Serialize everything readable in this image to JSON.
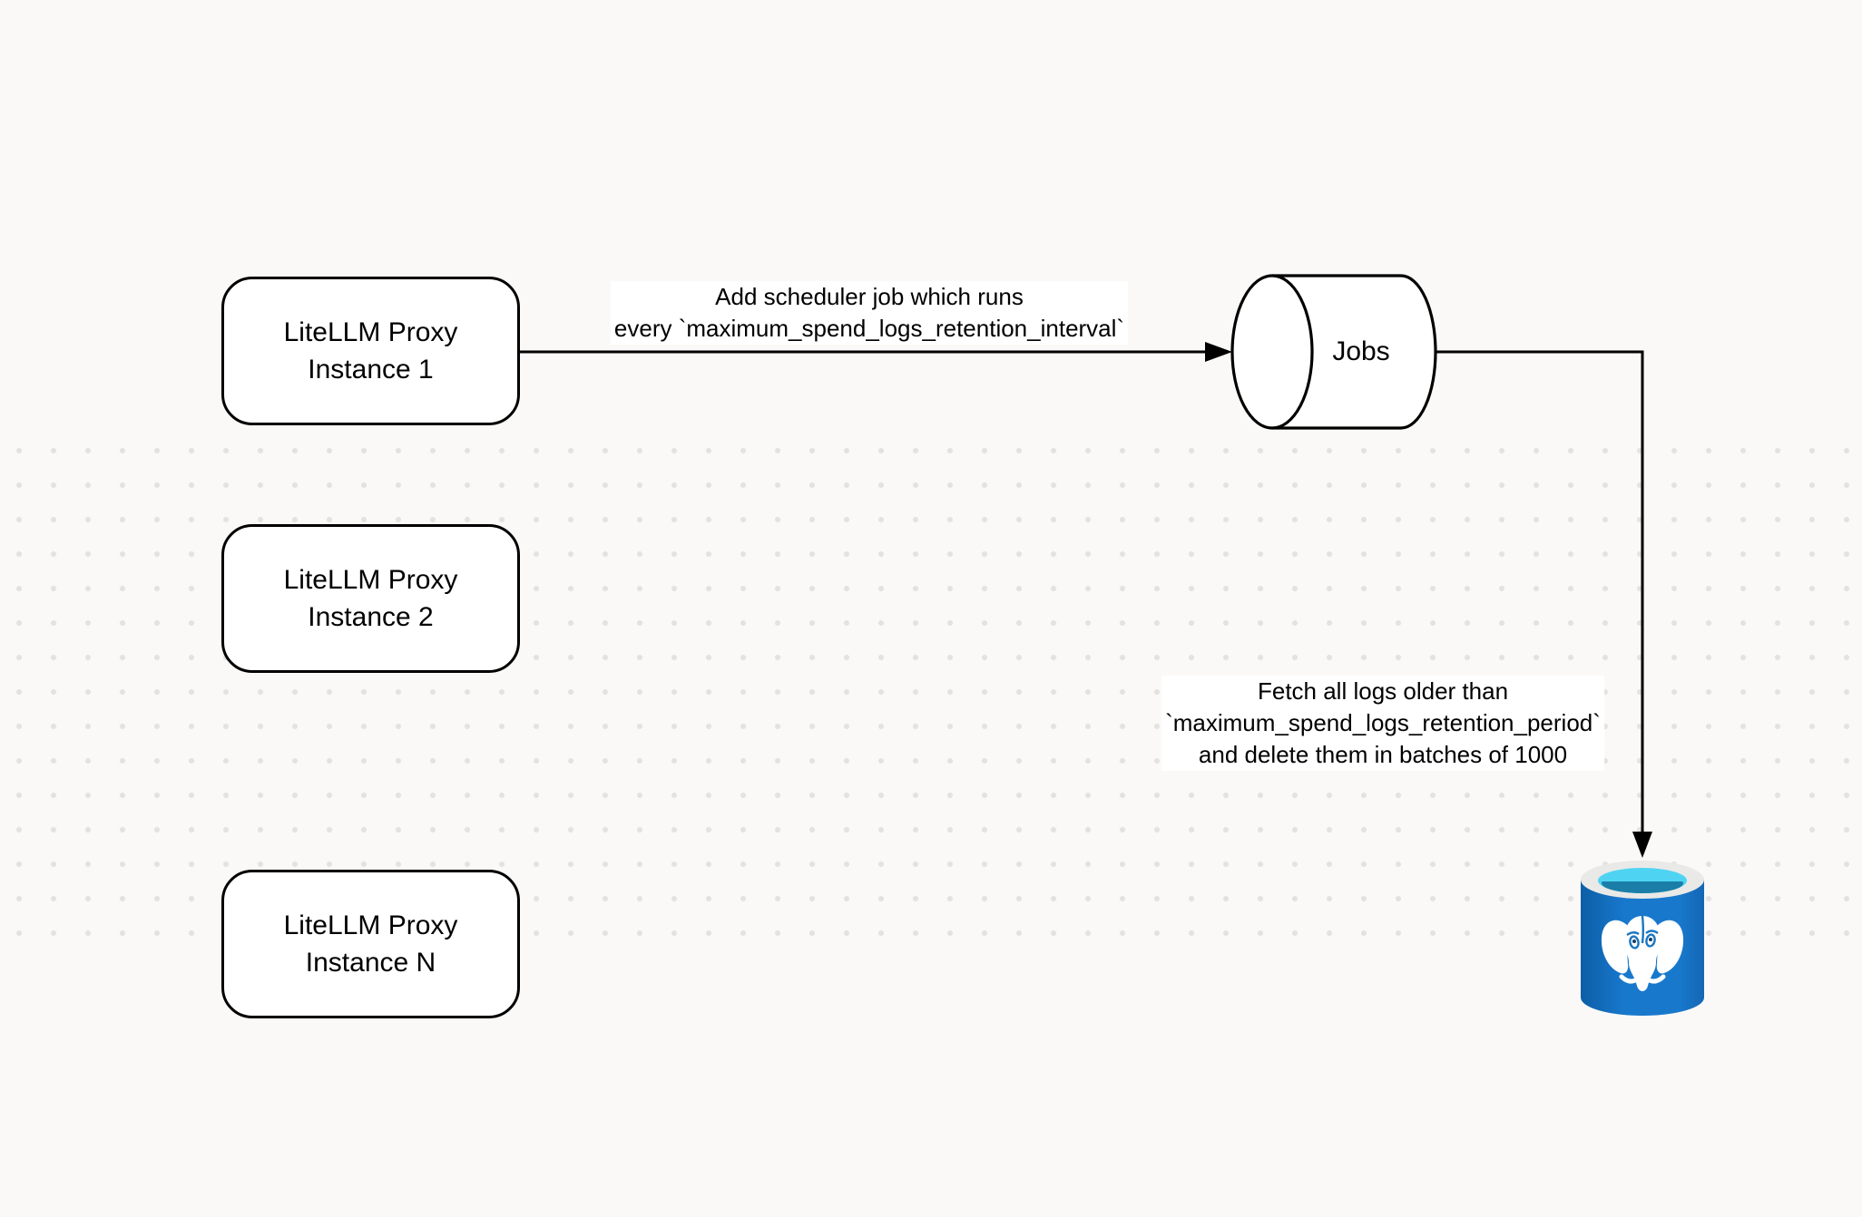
{
  "diagram": {
    "nodes": {
      "instance1": {
        "line1": "LiteLLM Proxy",
        "line2": "Instance 1"
      },
      "instance2": {
        "line1": "LiteLLM Proxy",
        "line2": "Instance 2"
      },
      "instanceN": {
        "line1": "LiteLLM Proxy",
        "line2": "Instance N"
      },
      "jobs": {
        "label": "Jobs"
      },
      "postgres": {
        "name": "PostgreSQL database"
      }
    },
    "edges": {
      "scheduler": {
        "line1": "Add scheduler job which runs",
        "line2": "every `maximum_spend_logs_retention_interval`"
      },
      "fetch": {
        "line1": "Fetch all logs older than",
        "line2": "`maximum_spend_logs_retention_period`",
        "line3": "and delete them in batches of 1000"
      }
    },
    "colors": {
      "background": "#FAF9F7",
      "dot": "#E4E2E0",
      "stroke": "#000000",
      "node_fill": "#FFFFFF",
      "label_bg": "#FFFFFF",
      "pg_body": "#1878CC",
      "pg_body_dark": "#0C5EA6",
      "pg_body_edge": "#1466B4",
      "pg_ring": "#E9E9E7",
      "pg_inner_cyan": "#4ED4F2",
      "pg_inner_dark": "#1A7EA8",
      "pg_detail": "#1B77C0"
    }
  }
}
